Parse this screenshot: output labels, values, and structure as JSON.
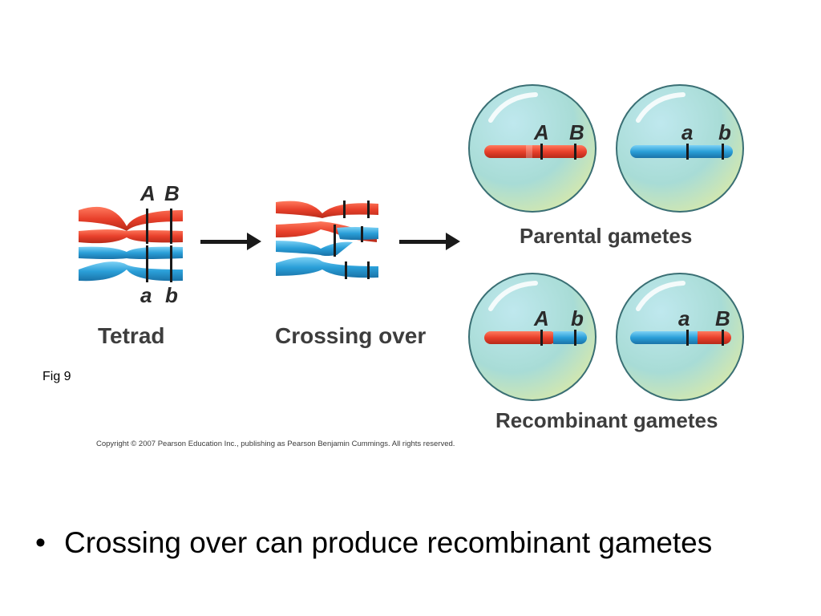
{
  "slide": {
    "fig_label": "Fig 9",
    "bullet_marker": "•",
    "bullet_text": "Crossing over can produce recombinant gametes"
  },
  "figure": {
    "tetrad_label": "Tetrad",
    "crossing_over_label": "Crossing over",
    "parental_label": "Parental gametes",
    "recombinant_label": "Recombinant gametes",
    "copyright": "Copyright © 2007 Pearson Education Inc., publishing as Pearson Benjamin Cummings. All rights reserved.",
    "genes": {
      "tetrad_top_A": "A",
      "tetrad_top_B": "B",
      "tetrad_bottom_a": "a",
      "tetrad_bottom_b": "b",
      "parental_1_A": "A",
      "parental_1_B": "B",
      "parental_2_a": "a",
      "parental_2_b": "b",
      "recombinant_1_A": "A",
      "recombinant_1_b": "b",
      "recombinant_2_a": "a",
      "recombinant_2_B": "B"
    }
  },
  "colors": {
    "red_chromosome": "#e8402b",
    "blue_chromosome": "#2a9fd8",
    "band": "#1a1a1a",
    "gamete_fill": "#a9ddd6",
    "gamete_stroke": "#3a6f74",
    "label_text": "#3d3d3d"
  }
}
